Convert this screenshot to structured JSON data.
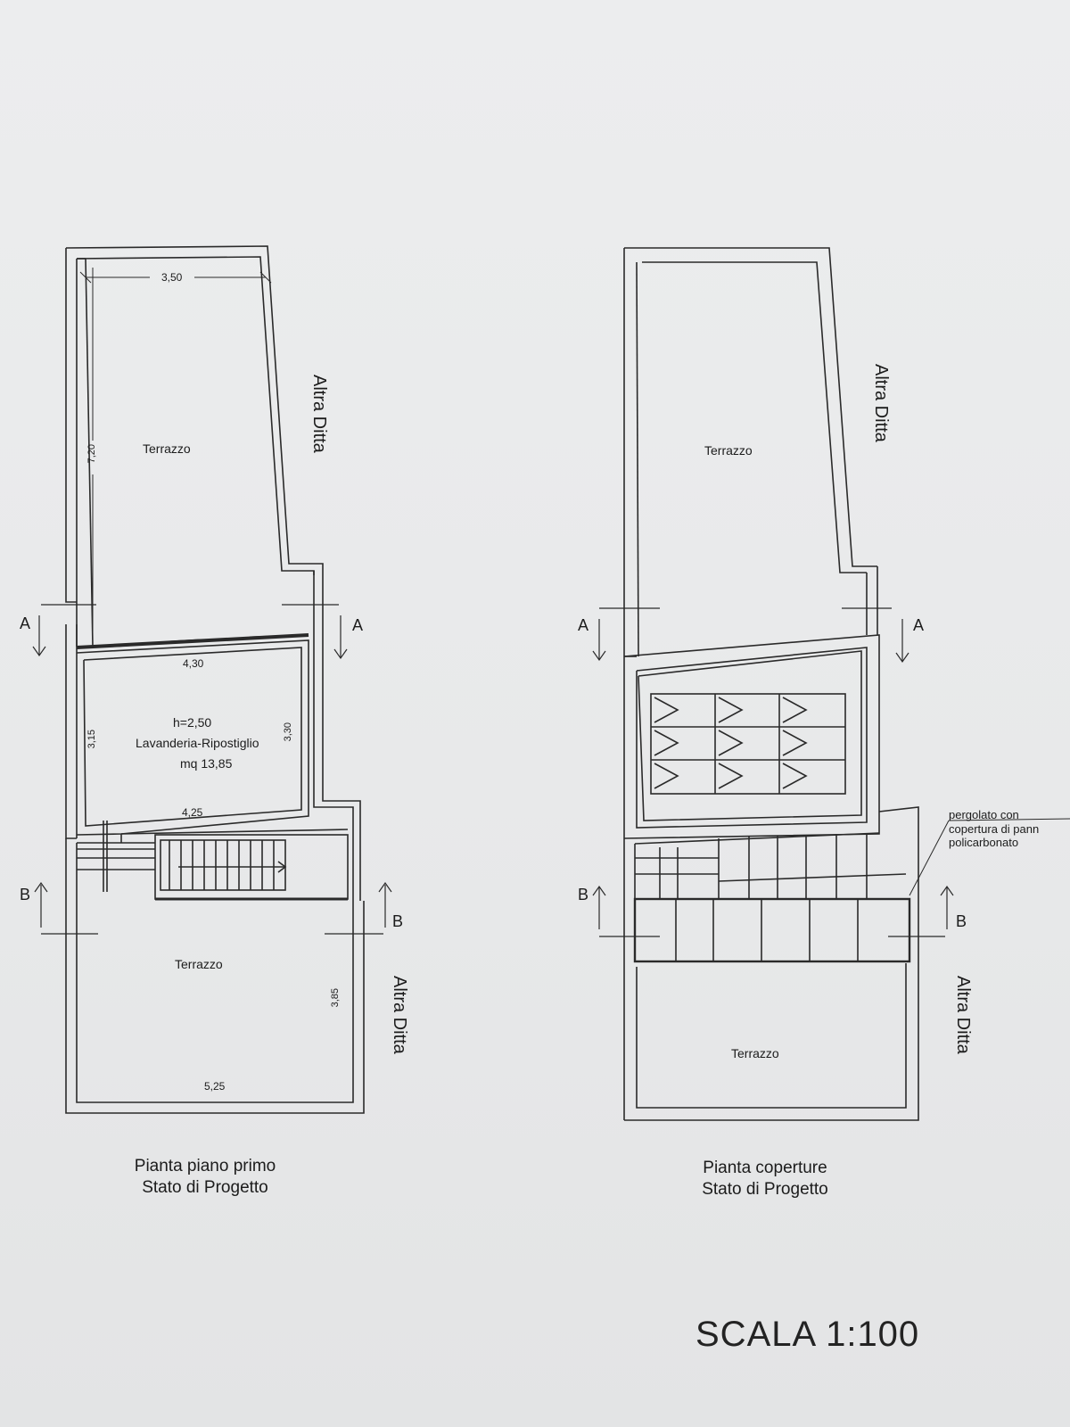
{
  "left_plan": {
    "dims": {
      "top_width": "3,50",
      "top_length": "7,20",
      "mid_width_top": "4,30",
      "mid_width_bottom": "4,25",
      "mid_left_height": "3,15",
      "mid_right_height": "3,30",
      "low_height": "3,85",
      "low_width": "5,25"
    },
    "rooms": {
      "upper_terrace": "Terrazzo",
      "laundry_height": "h=2,50",
      "laundry_name": "Lavanderia-Ripostiglio",
      "laundry_area": "mq 13,85",
      "lower_terrace": "Terrazzo"
    },
    "neighbor_upper": "Altra Ditta",
    "neighbor_lower": "Altra Ditta",
    "caption_line1": "Pianta piano primo",
    "caption_line2": "Stato di Progetto"
  },
  "right_plan": {
    "rooms": {
      "upper_terrace": "Terrazzo",
      "lower_terrace": "Terrazzo"
    },
    "neighbor_upper": "Altra Ditta",
    "neighbor_lower": "Altra Ditta",
    "pergola_note_line1": "pergolato con",
    "pergola_note_line2": "copertura di pann",
    "pergola_note_line3": "policarbonato",
    "caption_line1": "Pianta coperture",
    "caption_line2": "Stato di Progetto"
  },
  "section_marks": {
    "a": "A",
    "b": "B"
  },
  "scale": "SCALA 1:100"
}
